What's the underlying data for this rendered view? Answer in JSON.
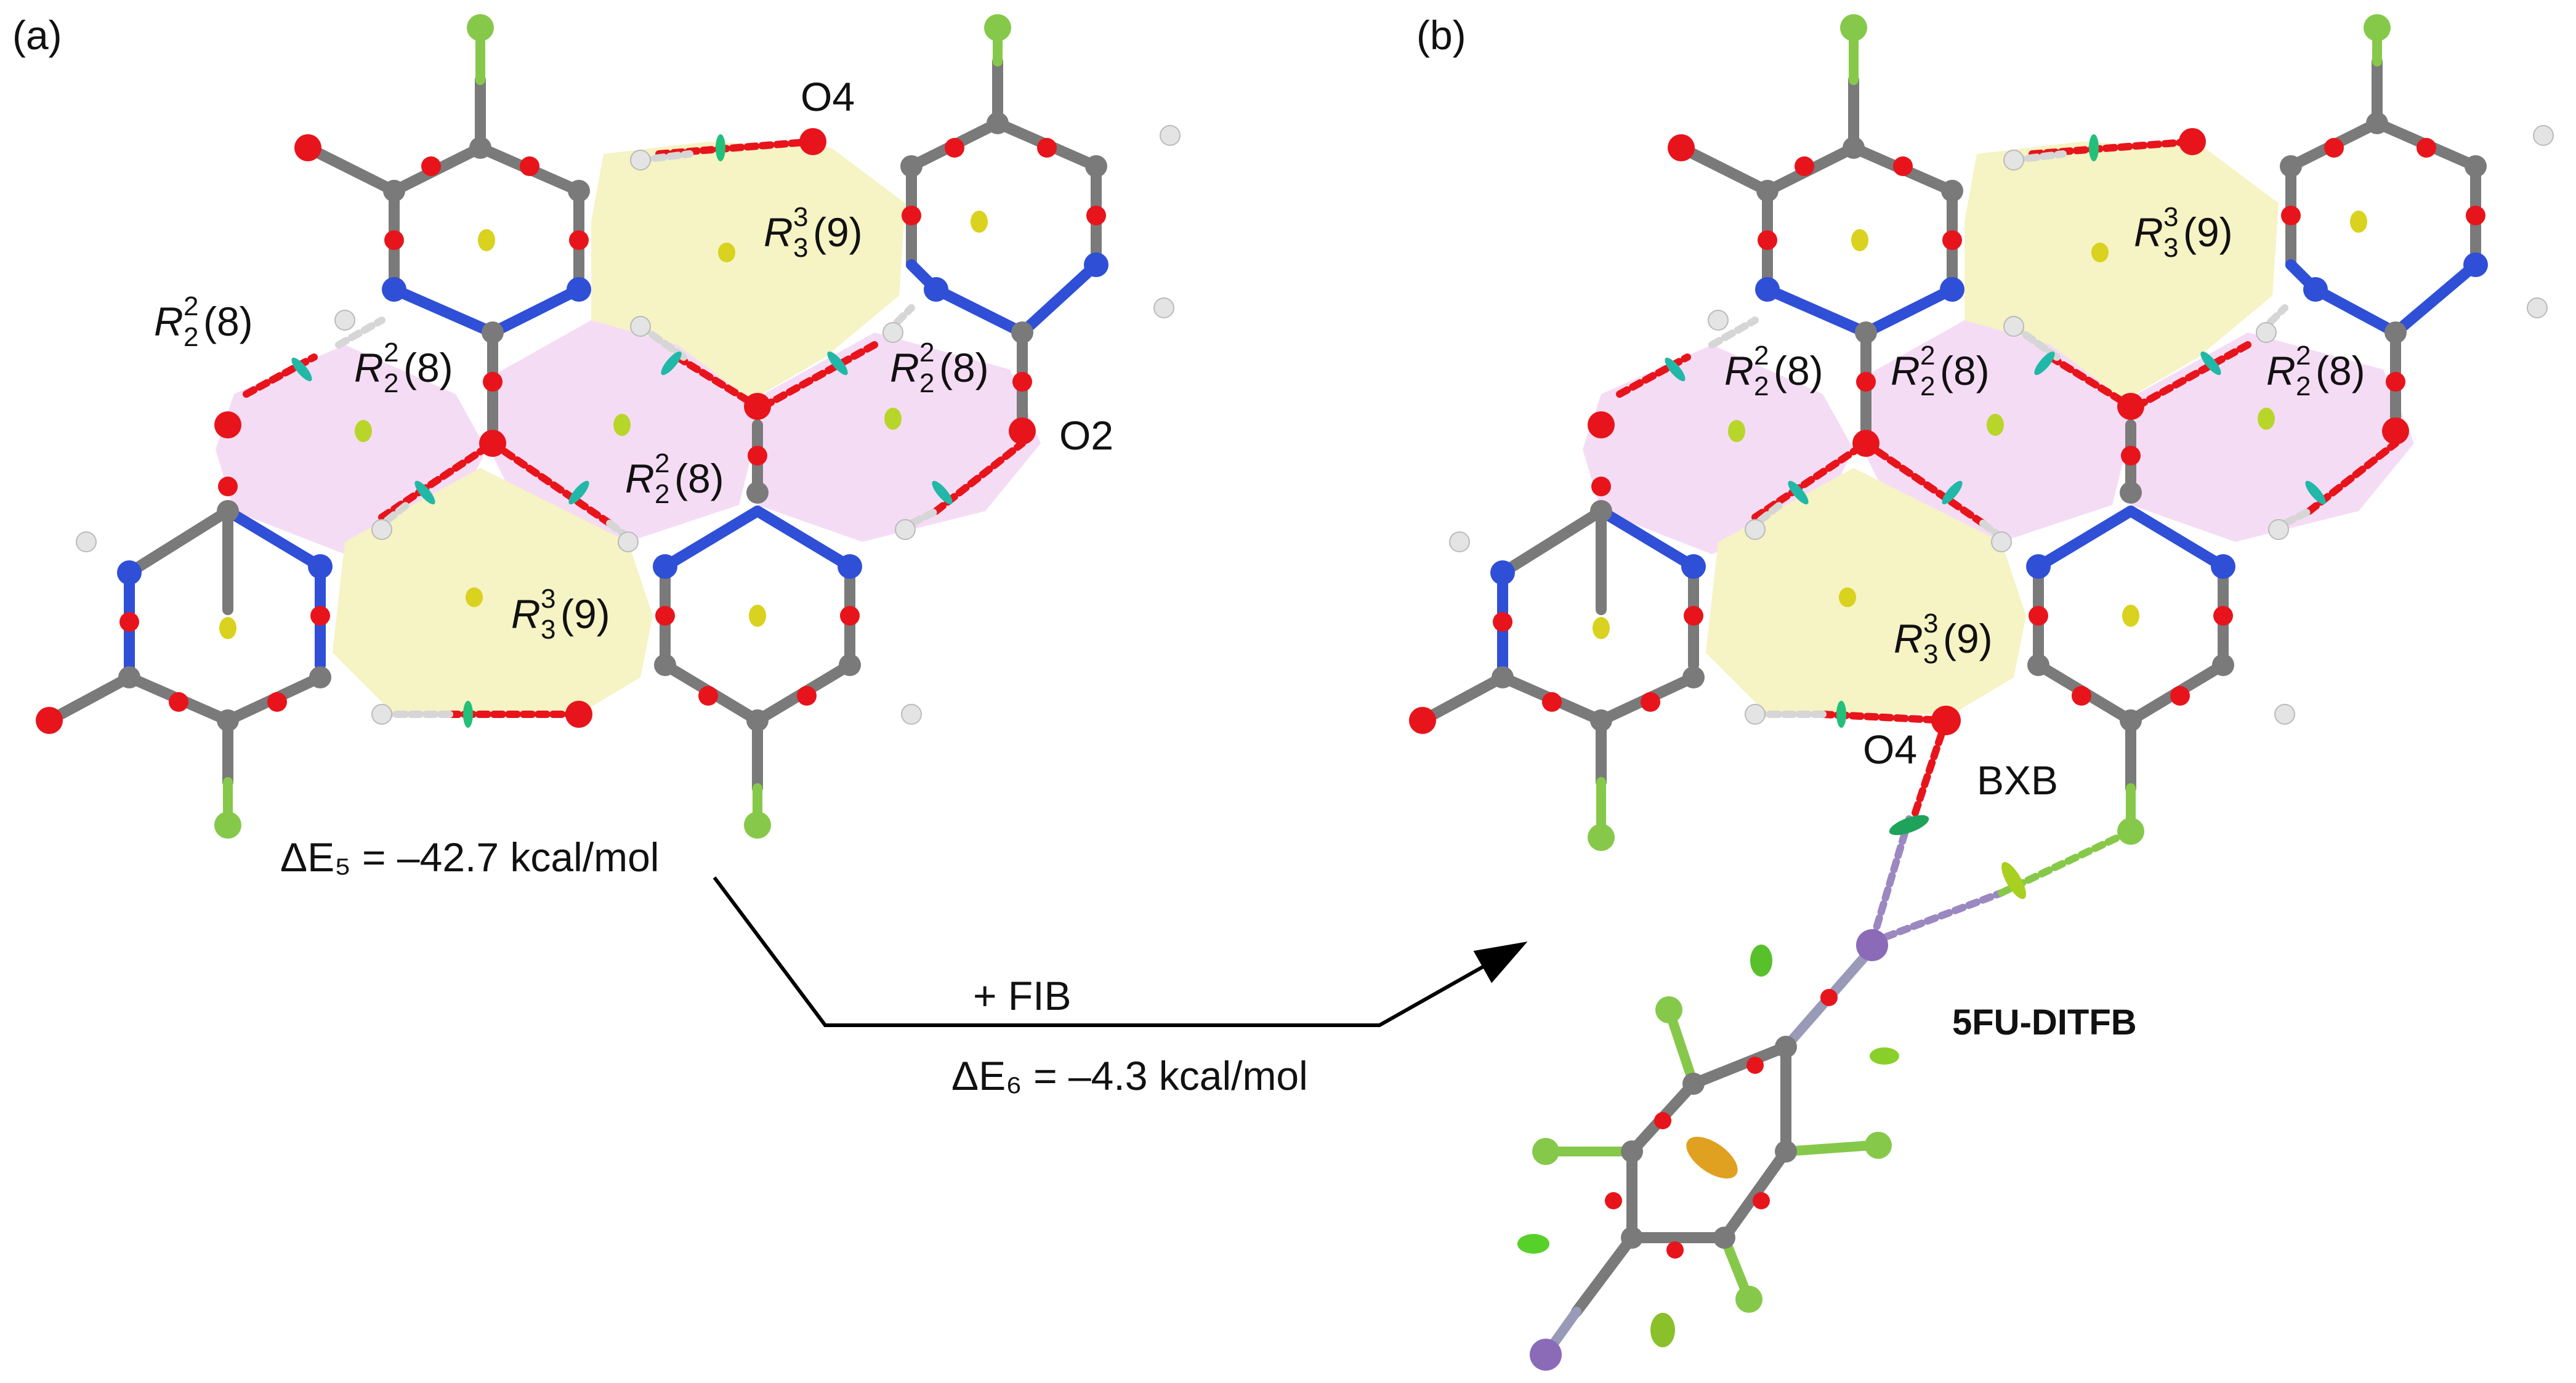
{
  "panel_a": {
    "label": "(a)",
    "energy": "ΔE₅ = –42.7 kcal/mol",
    "atom_labels": {
      "o4": "O4",
      "o2": "O2"
    },
    "motifs": {
      "r2_main": "R",
      "r2_sup": "2",
      "r2_sub": "2",
      "r2_num": "(8)",
      "r3_main": "R",
      "r3_sup": "3",
      "r3_sub": "3",
      "r3_num": "(9)"
    }
  },
  "panel_b": {
    "label": "(b)",
    "atom_labels": {
      "o4": "O4",
      "bxb": "BXB"
    },
    "cocrystal": "5FU-DITFB"
  },
  "reaction": {
    "reagent": "+ FIB",
    "energy": "ΔE₆ = –4.3 kcal/mol"
  },
  "colors": {
    "oxygen": "#e8141b",
    "carbon": "#7a7a7a",
    "nitrogen": "#2f4fd6",
    "hydrogen": "#e4e4e4",
    "fluorine": "#86c94a",
    "iodine": "#8b6bb8",
    "ring_r2": "#f5dcf5",
    "ring_r3": "#f6f3c4"
  }
}
